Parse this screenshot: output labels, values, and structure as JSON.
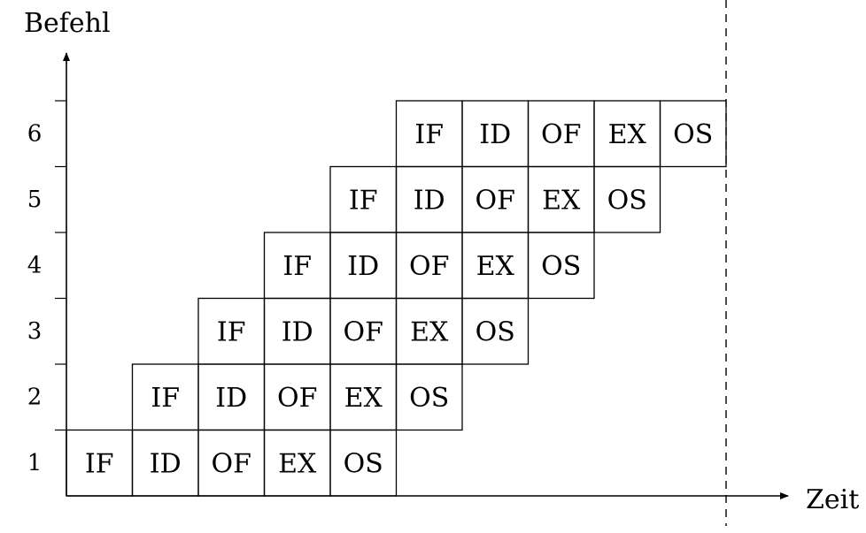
{
  "axes": {
    "y_title": "Befehl",
    "x_title": "Zeit"
  },
  "rows": [
    {
      "number": "1",
      "start": 0,
      "stages": [
        "IF",
        "ID",
        "OF",
        "EX",
        "OS"
      ]
    },
    {
      "number": "2",
      "start": 1,
      "stages": [
        "IF",
        "ID",
        "OF",
        "EX",
        "OS"
      ]
    },
    {
      "number": "3",
      "start": 2,
      "stages": [
        "IF",
        "ID",
        "OF",
        "EX",
        "OS"
      ]
    },
    {
      "number": "4",
      "start": 3,
      "stages": [
        "IF",
        "ID",
        "OF",
        "EX",
        "OS"
      ]
    },
    {
      "number": "5",
      "start": 4,
      "stages": [
        "IF",
        "ID",
        "OF",
        "EX",
        "OS"
      ]
    },
    {
      "number": "6",
      "start": 5,
      "stages": [
        "IF",
        "ID",
        "OF",
        "EX",
        "OS"
      ]
    }
  ],
  "dashed_limit_after_step": 10
}
